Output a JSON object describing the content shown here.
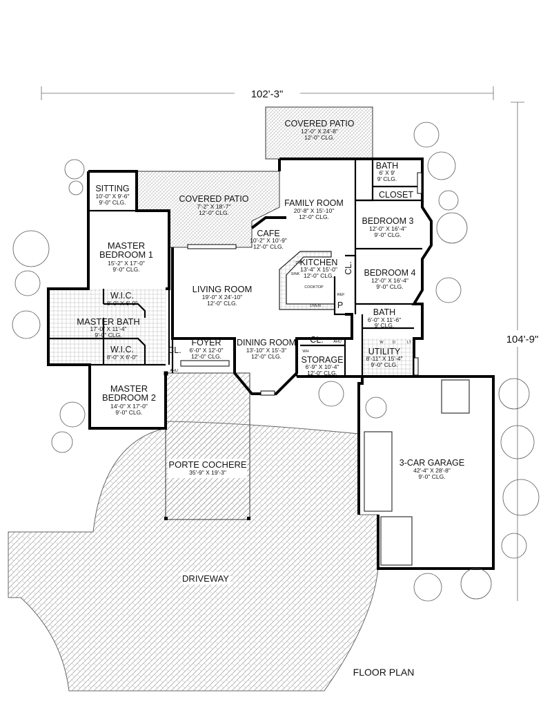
{
  "dimensions": {
    "width": "102'-3\"",
    "depth": "104'-9\""
  },
  "title": "FLOOR PLAN",
  "rooms": {
    "covered_patio_top": {
      "name": "COVERED PATIO",
      "size": "12'-0\" X 24'-8\"",
      "clg": "12'-0\" CLG."
    },
    "sitting": {
      "name": "SITTING",
      "size": "10'-0\" X 9'-6\"",
      "clg": "9'-0\" CLG."
    },
    "covered_patio_main": {
      "name": "COVERED PATIO",
      "size": "7'-2\" X 18'-7\"",
      "clg": "12'-0\" CLG."
    },
    "family_room": {
      "name": "FAMILY ROOM",
      "size": "20'-8\" X 15'-10\"",
      "clg": "12'-0\" CLG."
    },
    "bath_top": {
      "name": "BATH",
      "size": "6' X 9'",
      "clg": "9' CLG."
    },
    "closet": {
      "name": "CLOSET"
    },
    "bedroom3": {
      "name": "BEDROOM 3",
      "size": "12'-0\" X 16'-4\"",
      "clg": "9'-0\" CLG."
    },
    "cafe": {
      "name": "CAFE",
      "size": "10'-2\" X 10'-9\"",
      "clg": "12'-0\" CLG."
    },
    "master_bedroom1": {
      "name_line1": "MASTER",
      "name_line2": "BEDROOM 1",
      "size": "15'-2\" X 17'-0\"",
      "clg": "9'-0\" CLG."
    },
    "kitchen": {
      "name": "KITCHEN",
      "size": "13'-4\" X 15'-0\"",
      "clg": "12'-0\" CLG."
    },
    "cl_kitchen": {
      "name": "CL."
    },
    "bedroom4": {
      "name": "BEDROOM 4",
      "size": "12'-0\" X 16'-4\"",
      "clg": "9'-0\" CLG."
    },
    "living_room": {
      "name": "LIVING ROOM",
      "size": "19'-0\" X 24'-10\"",
      "clg": "12'-0\" CLG."
    },
    "wic1": {
      "name": "W.I.C.",
      "size": "8'-0\" X 6'-0\""
    },
    "master_bath": {
      "name": "MASTER BATH",
      "size": "17'-0\" X 11'-4\"",
      "clg": "9'-0\" CLG."
    },
    "bath_mid": {
      "name": "BATH",
      "size": "6'-0\" X 11'-6\"",
      "clg": "9' CLG."
    },
    "wic2": {
      "name": "W.I.C.",
      "size": "8'-0\" X 6'-0\""
    },
    "foyer": {
      "name": "FOYER",
      "size": "6'-0\" X 12'-0\"",
      "clg": "12'-0\" CLG."
    },
    "cl_foyer": {
      "name": "CL."
    },
    "dining_room": {
      "name": "DINING ROOM",
      "size": "13'-10\" X 15'-3\"",
      "clg": "12'-0\" CLG."
    },
    "cl_mid": {
      "name": "CL."
    },
    "utility": {
      "name": "UTILITY",
      "size": "8'-11\" X 15'-4\"",
      "clg": "9'-0\" CLG."
    },
    "storage": {
      "name": "STORAGE",
      "size": "6'-9\" X 10'-4\"",
      "clg": "12'-0\" CLG."
    },
    "master_bedroom2": {
      "name_line1": "MASTER",
      "name_line2": "BEDROOM 2",
      "size": "14'-0\" X 17'-0\"",
      "clg": "9'-0\" CLG."
    },
    "garage": {
      "name": "3-CAR GARAGE",
      "size": "42'-4\" X 28'-8\"",
      "clg": "9'-0\" CLG."
    },
    "porte_cochere": {
      "name": "PORTE COCHERE",
      "size": "35'-9\" X 19'-3\""
    },
    "driveway": {
      "name": "DRIVEWAY"
    }
  },
  "fixtures": {
    "pantry": "P",
    "ahu_left": "AHU",
    "ahu_mid": "AHU",
    "wh": "WH",
    "dw": "DW",
    "sink": "SINK",
    "cooktop": "COOKTOP",
    "oven": "OVEN",
    "ref": "REF",
    "washer": "W",
    "dryer": "D",
    "laundry_tub": "LT"
  }
}
